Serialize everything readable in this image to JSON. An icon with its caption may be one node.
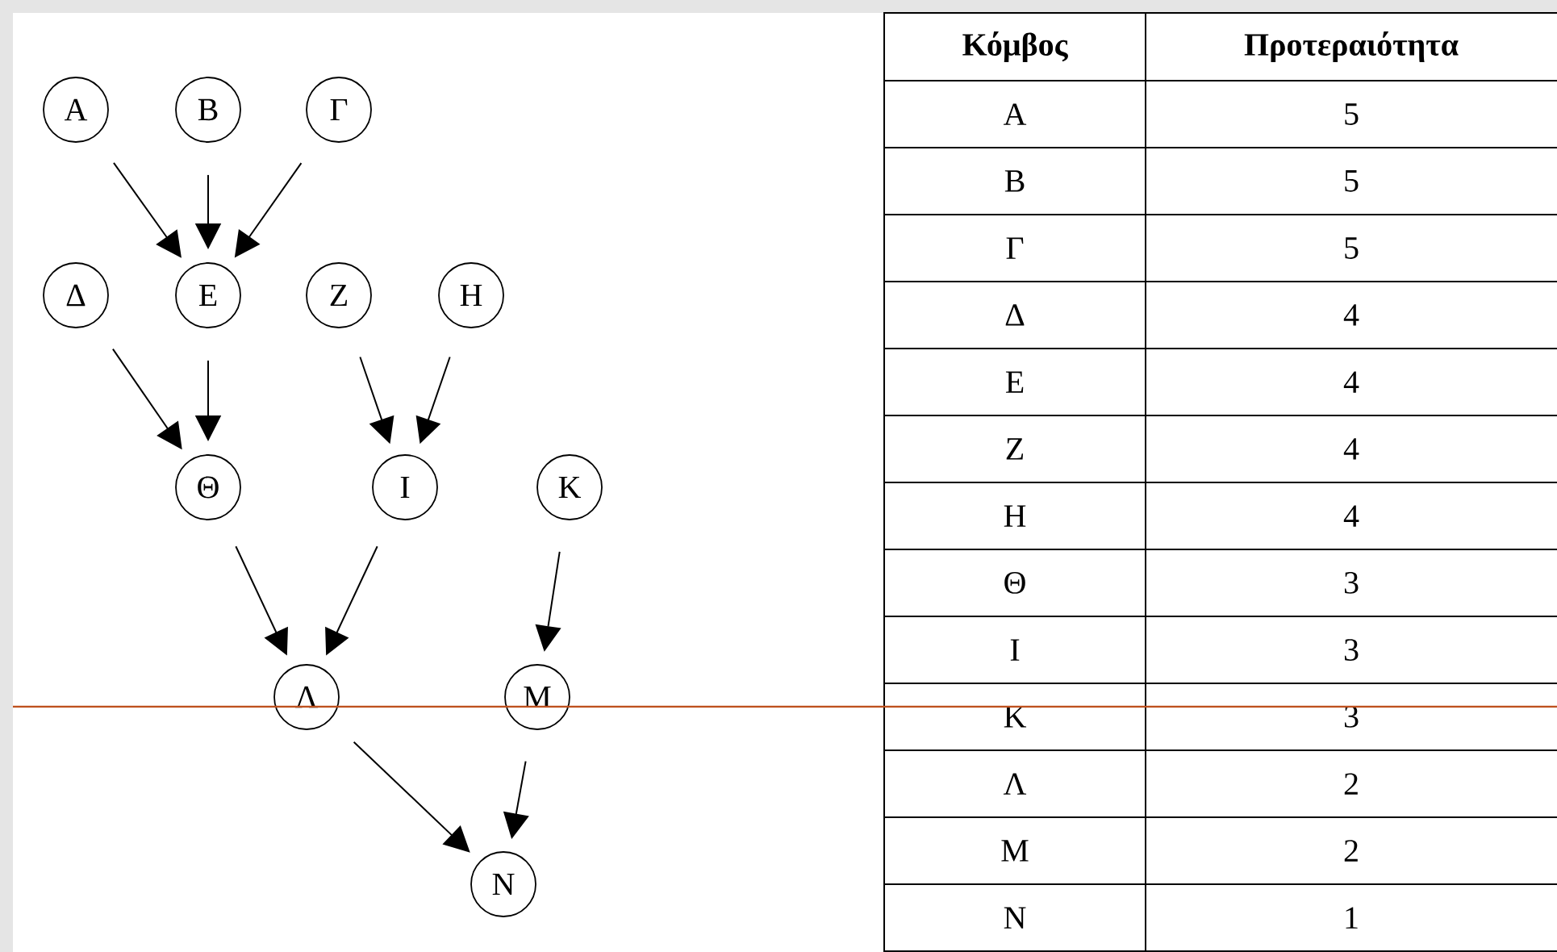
{
  "diagram": {
    "nodes": [
      {
        "text": [
          "Α"
        ]
      },
      {
        "text": [
          "Β"
        ]
      },
      {
        "text": [
          "Γ"
        ]
      },
      {
        "text": [
          "Δ"
        ]
      },
      {
        "text": [
          "Ε"
        ]
      },
      {
        "text": [
          "Ζ"
        ]
      },
      {
        "text": [
          "Η"
        ]
      },
      {
        "text": [
          "Θ"
        ]
      },
      {
        "text": [
          "Ι"
        ]
      },
      {
        "text": [
          "Κ"
        ]
      },
      {
        "text": [
          "Λ"
        ]
      },
      {
        "text": [
          "Μ"
        ]
      },
      {
        "text": [
          "Ν"
        ]
      }
    ],
    "edges": [
      {
        "from": 0,
        "to": 4,
        "arrow": "to"
      },
      {
        "from": 1,
        "to": 4,
        "arrow": "to"
      },
      {
        "from": 2,
        "to": 4,
        "arrow": "to"
      },
      {
        "from": 3,
        "to": 7,
        "arrow": "to"
      },
      {
        "from": 4,
        "to": 7,
        "arrow": "to"
      },
      {
        "from": 5,
        "to": 8,
        "arrow": "to"
      },
      {
        "from": 6,
        "to": 8,
        "arrow": "to"
      },
      {
        "from": 7,
        "to": 10,
        "arrow": "to"
      },
      {
        "from": 8,
        "to": 10,
        "arrow": "to"
      },
      {
        "from": 9,
        "to": 11,
        "arrow": "to"
      },
      {
        "from": 10,
        "to": 12,
        "arrow": "to"
      },
      {
        "from": 11,
        "to": 12,
        "arrow": "to"
      }
    ],
    "labels": [
      "Κόμβος",
      "Προτεραιότητα",
      "Α",
      "5",
      "Β",
      "5",
      "Γ",
      "5",
      "Δ",
      "4",
      "Ε",
      "4",
      "Ζ",
      "4",
      "Η",
      "4",
      "Θ",
      "3",
      "Ι",
      "3",
      "Κ",
      "3",
      "Λ",
      "2",
      "Μ",
      "2",
      "Ν",
      "1"
    ]
  }
}
